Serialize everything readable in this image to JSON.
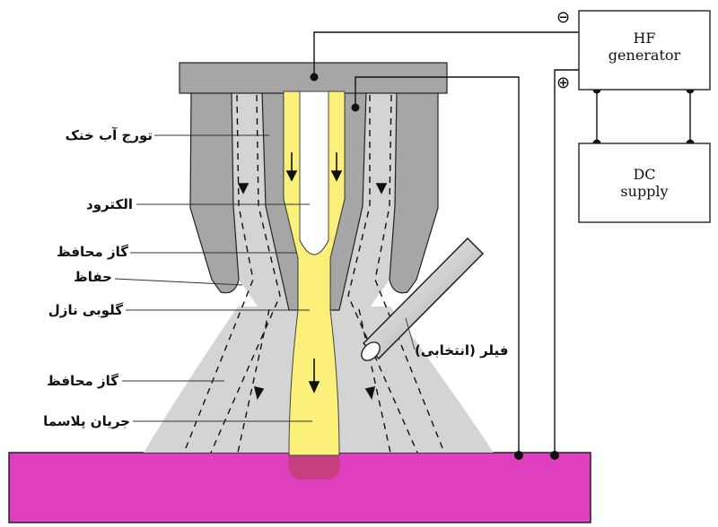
{
  "labels": {
    "torch": "تورج آب خنک",
    "electrode": "الکترود",
    "shield_gas_1": "گاز محافظ",
    "shield": "حفاظ",
    "nozzle_throat": "گلوبی نازل",
    "filler": "فیلر (انتخابی)",
    "shield_gas_2": "گاز محافظ",
    "plasma_jet": "جریان پلاسما"
  },
  "hf_box": {
    "line1": "HF",
    "line2": "generator"
  },
  "dc_box": {
    "line1": "DC",
    "line2": "supply"
  },
  "terminals": {
    "negative": "⊖",
    "positive": "⊕"
  },
  "colors": {
    "workpiece": "#df3fbf",
    "plasma": "#fbf07a",
    "torch_body": "#a6a6a6",
    "gas": "#d4d4d4",
    "bead": "#c64080"
  }
}
